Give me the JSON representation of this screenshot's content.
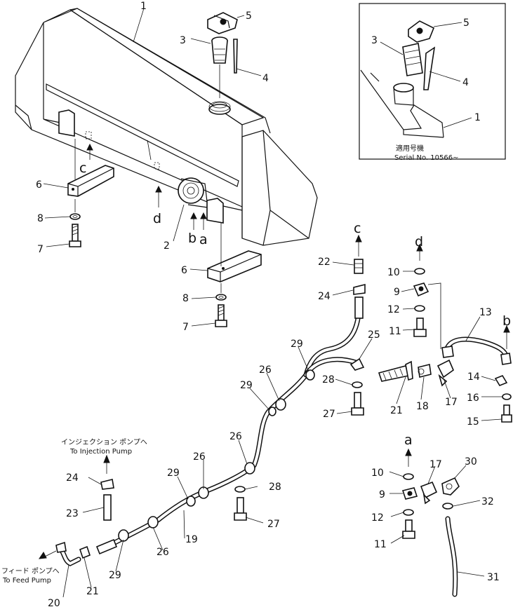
{
  "inset": {
    "labels": [
      "1",
      "3",
      "4",
      "5"
    ],
    "serial_jp": "適用号機",
    "serial_en": "Serial No. 10566~"
  },
  "callouts": {
    "p1a": "1",
    "p2": "2",
    "p3": "3",
    "p4": "4",
    "p5": "5",
    "p6a": "6",
    "p6b": "6",
    "p7a": "7",
    "p7b": "7",
    "p8a": "8",
    "p8b": "8",
    "p9a": "9",
    "p9b": "9",
    "p10a": "10",
    "p10b": "10",
    "p11a": "11",
    "p11b": "11",
    "p12a": "12",
    "p12b": "12",
    "p13": "13",
    "p14": "14",
    "p15": "15",
    "p16": "16",
    "p17a": "17",
    "p17b": "17",
    "p18": "18",
    "p19": "19",
    "p20": "20",
    "p21a": "21",
    "p21b": "21",
    "p22": "22",
    "p23": "23",
    "p24a": "24",
    "p24b": "24",
    "p25": "25",
    "p26a": "26",
    "p26b": "26",
    "p26c": "26",
    "p26d": "26",
    "p27a": "27",
    "p27b": "27",
    "p28a": "28",
    "p28b": "28",
    "p29a": "29",
    "p29b": "29",
    "p29c": "29",
    "p29d": "29",
    "p30": "30",
    "p31": "31",
    "p32": "32"
  },
  "letters": {
    "c_tank": "c",
    "d_tank": "d",
    "b_tank": "b",
    "a_tank": "a",
    "c_pipe": "c",
    "d_pipe": "d",
    "b_pipe": "b",
    "a_pipe": "a"
  },
  "notes": {
    "injection_jp": "インジェクション ポンプへ",
    "injection_en": "To Injection Pump",
    "feed_jp": "フィード ポンプへ",
    "feed_en": "To Feed Pump"
  }
}
